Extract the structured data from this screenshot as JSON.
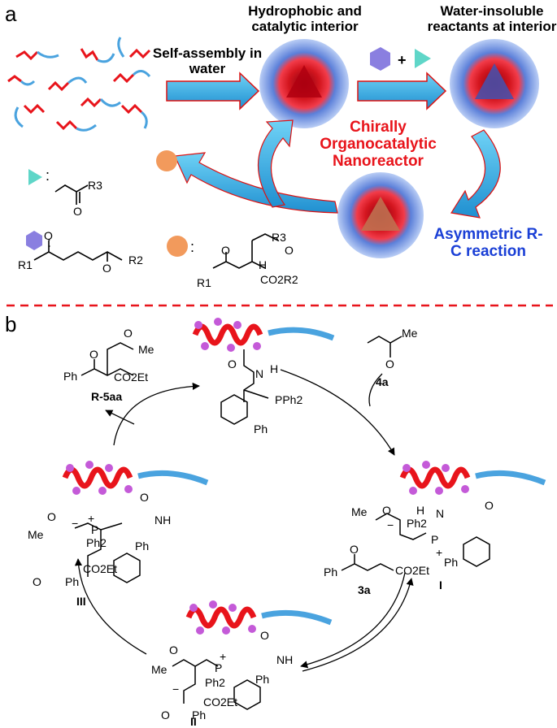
{
  "panel_a": {
    "label": "a",
    "header_interior": "Hydrophobic and catalytic interior",
    "header_reactants": "Water-insoluble reactants at interior",
    "self_assembly": "Self-assembly in water",
    "nanoreactor": "Chirally Organocatalytic Nanoreactor",
    "reaction": "Asymmetric R-C reaction",
    "plus": "+",
    "colon": ":",
    "r1": "R1",
    "r2": "R2",
    "r3": "R3",
    "o": "O",
    "h": "H",
    "co2r2": "CO2R2"
  },
  "panel_b": {
    "label": "b",
    "product": "R-5aa",
    "reactant_4a": "4a",
    "reactant_3a": "3a",
    "int_I": "I",
    "int_II": "II",
    "int_III": "III",
    "ph": "Ph",
    "me": "Me",
    "pph2": "PPh2",
    "ph2": "Ph2",
    "nh": "NH",
    "n": "N",
    "h": "H",
    "o": "O",
    "co2et": "CO2Et",
    "p": "P",
    "plus_charge": "+",
    "minus_charge": "−"
  },
  "colors": {
    "helix": "#e8141b",
    "tail": "#4aa3df",
    "arrow": "#38b8e8",
    "p_bead": "#b44ad8",
    "divider": "#e8141b"
  }
}
